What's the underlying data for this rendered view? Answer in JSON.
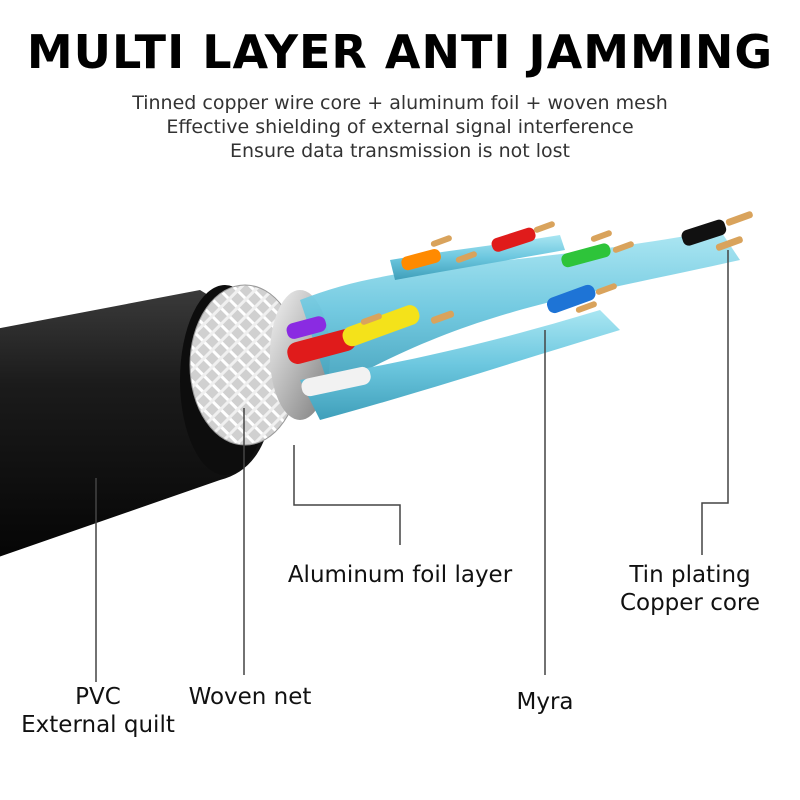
{
  "header": {
    "title": "MULTI LAYER ANTI JAMMING",
    "lines": [
      "Tinned copper wire core + aluminum foil + woven mesh",
      "Effective shielding of external signal interference",
      "Ensure data transmission is not lost"
    ]
  },
  "callouts": {
    "foil": "Aluminum foil layer",
    "tin": [
      "Tin plating",
      "Copper core"
    ],
    "pvc": [
      "PVC",
      "External quilt"
    ],
    "net": "Woven net",
    "myra": "Myra"
  },
  "colors": {
    "jacket": "#1a1a1a",
    "twist": "#7fd3e6",
    "copper": "#d9a35c",
    "wires": [
      "#ff8a00",
      "#e01b1b",
      "#2ec43a",
      "#111111",
      "#8a2be2",
      "#f4e21a",
      "#1e74d6",
      "#f2f2f2"
    ]
  }
}
